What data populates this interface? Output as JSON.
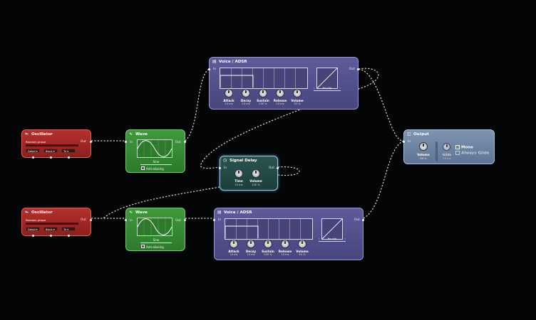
{
  "labels": {
    "in": "In",
    "out": "Out"
  },
  "oscillator": {
    "title": "Oscillator",
    "random_phase": "Random phase",
    "fields": [
      "Detail ▾",
      "Block ▾",
      "Tri ▾"
    ]
  },
  "wave": {
    "title": "Wave",
    "wave_select": "Sine",
    "anti_aliasing": "Anti-aliasing"
  },
  "adsr": {
    "title": "Voice / ADSR",
    "mode": "No slip",
    "knobs": [
      {
        "label": "Attack",
        "value": "10 ms"
      },
      {
        "label": "Decay",
        "value": "10 ms"
      },
      {
        "label": "Sustain",
        "value": "100 %"
      },
      {
        "label": "Release",
        "value": "10 ms"
      },
      {
        "label": "Volume",
        "value": "50 %"
      }
    ]
  },
  "delay": {
    "title": "Signal Delay",
    "knobs": [
      {
        "label": "Time",
        "value": "10 ms"
      },
      {
        "label": "Volume",
        "value": "100 %"
      }
    ]
  },
  "output": {
    "title": "Output",
    "knobs": [
      {
        "label": "Volume",
        "value": "88 %"
      },
      {
        "label": "Glide",
        "value": "10 ms"
      }
    ],
    "mono_label": "Mono",
    "always_glide_label": "Always Glide"
  },
  "colors": {
    "oscillator": "#a42826",
    "wave": "#3a8f38",
    "adsr": "#56548f",
    "delay": "#234a47",
    "output": "#6e85a3",
    "wire": "#d8d8d8",
    "background": "#040507"
  },
  "icons": {
    "oscillator": "waveform-icon",
    "wave": "sine-icon",
    "adsr": "envelope-icon",
    "delay": "clock-icon",
    "output": "speaker-icon"
  }
}
